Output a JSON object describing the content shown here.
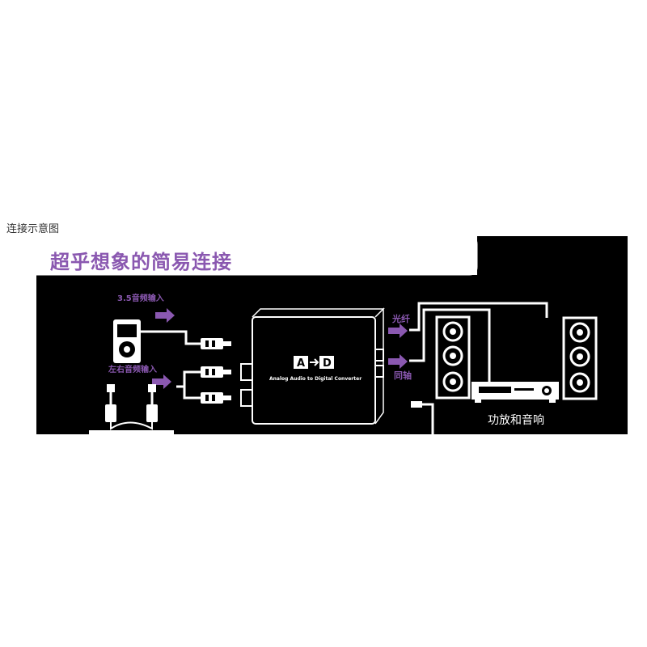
{
  "caption": "连接示意图",
  "title": "超乎想象的简易连接",
  "labels": {
    "input_35": "3.5音频输入",
    "input_lr": "左右音频输入",
    "optical": "光纤",
    "coaxial": "同轴",
    "amp": "功放和音响"
  },
  "device": {
    "logo_a": "A",
    "logo_d": "D",
    "subtitle": "Analog Audio to Digital Converter"
  },
  "colors": {
    "panel": "#000000",
    "accent": "#8a58b0",
    "line": "#ffffff"
  }
}
